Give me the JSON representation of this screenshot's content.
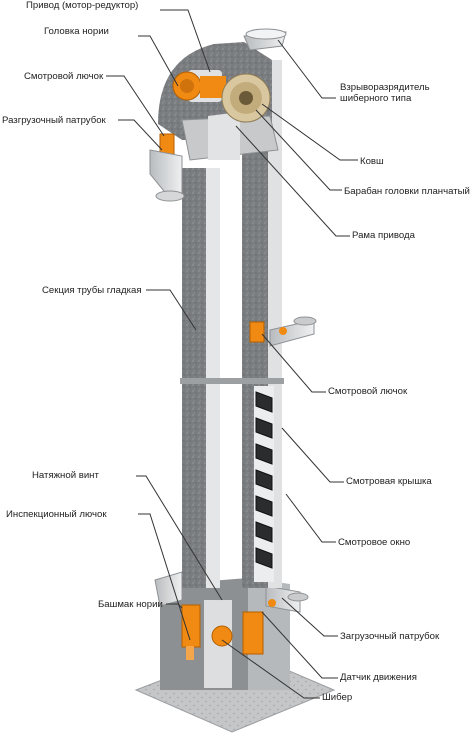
{
  "labels": {
    "drive": "Привод (мотор-редуктор)",
    "head": "Головка нории",
    "inspection_hatch_top": "Смотровой лючок",
    "discharge_spout": "Разгрузочный патрубок",
    "explosion_vent": "Взрыворазрядитель шиберного типа",
    "bucket": "Ковш",
    "head_drum": "Барабан головки планчатый",
    "drive_frame": "Рама привода",
    "pipe_section": "Секция трубы гладкая",
    "inspection_hatch_mid": "Смотровой лючок",
    "inspection_cover": "Смотровая крышка",
    "tension_screw": "Натяжной винт",
    "inspection_hatch_low": "Инспекционный лючок",
    "view_window": "Смотровое окно",
    "boot": "Башмак нории",
    "loading_spout": "Загрузочный патрубок",
    "motion_sensor": "Датчик движения",
    "gate": "Шибер"
  },
  "colors": {
    "steel_dark": "#6f7275",
    "steel_light": "#d9dbdd",
    "orange": "#f08a12",
    "floor": "#bfc1c3",
    "line": "#333333"
  }
}
